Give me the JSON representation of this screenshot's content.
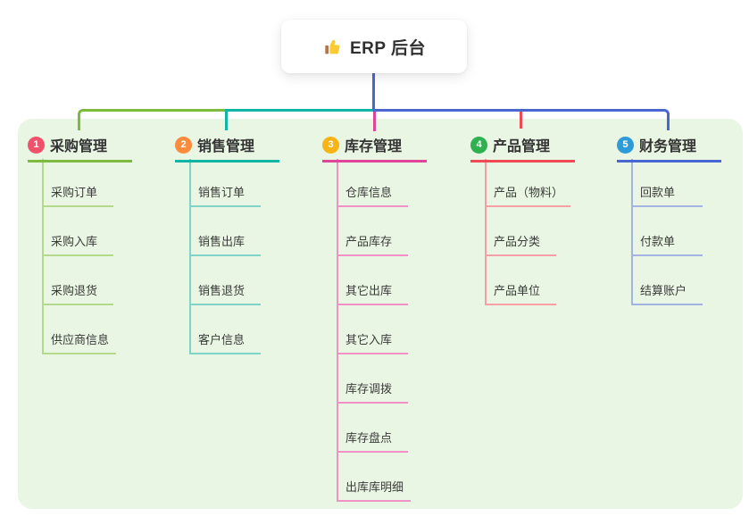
{
  "root": {
    "title": "ERP 后台",
    "icon": "thumbs-up-icon"
  },
  "colors": {
    "panel_bg": "#e9f6e3",
    "root_connector": "#4a66d1",
    "header_text": "#333333",
    "child_text": "#3b3b3b"
  },
  "branches": [
    {
      "index": "1",
      "label": "采购管理",
      "badge_color": "#f1516b",
      "line_color": "#7eba3e",
      "child_line_color": "#b3d98b",
      "children": [
        "采购订单",
        "采购入库",
        "采购退货",
        "供应商信息"
      ]
    },
    {
      "index": "2",
      "label": "销售管理",
      "badge_color": "#f98c3d",
      "line_color": "#10b5a3",
      "child_line_color": "#7fd3c7",
      "children": [
        "销售订单",
        "销售出库",
        "销售退货",
        "客户信息"
      ]
    },
    {
      "index": "3",
      "label": "库存管理",
      "badge_color": "#f8b414",
      "line_color": "#de4597",
      "child_line_color": "#f092c6",
      "children": [
        "仓库信息",
        "产品库存",
        "其它出库",
        "其它入库",
        "库存调拨",
        "库存盘点",
        "出库库明细"
      ]
    },
    {
      "index": "4",
      "label": "产品管理",
      "badge_color": "#2fb151",
      "line_color": "#ef4956",
      "child_line_color": "#f79fa6",
      "children": [
        "产品（物料）",
        "产品分类",
        "产品单位"
      ]
    },
    {
      "index": "5",
      "label": "财务管理",
      "badge_color": "#2d9bd8",
      "line_color": "#4a66d1",
      "child_line_color": "#a3b3e2",
      "children": [
        "回款单",
        "付款单",
        "结算账户"
      ]
    }
  ]
}
